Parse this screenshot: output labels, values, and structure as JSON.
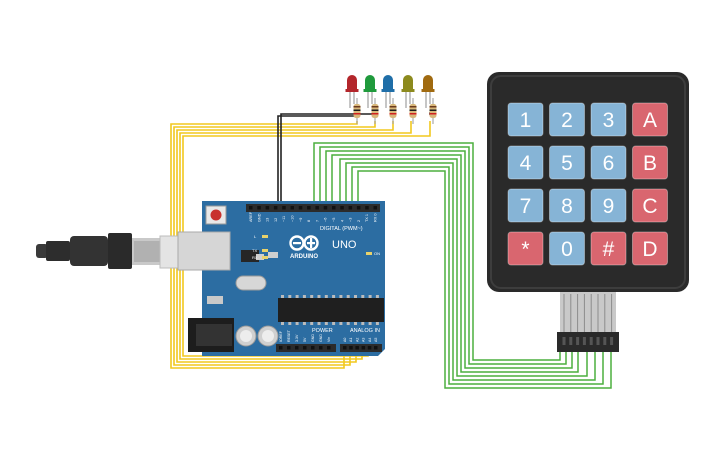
{
  "arduino": {
    "brand": "ARDUINO",
    "model": "UNO",
    "digital_label": "DIGITAL (PWM~)",
    "power_label": "POWER",
    "analog_label": "ANALOG IN",
    "led_on": "ON",
    "led_l": "L",
    "led_tx": "TX",
    "led_rx": "RX",
    "digital_pins": [
      "AREF",
      "GND",
      "13",
      "12",
      "~11",
      "~10",
      "~9",
      "8",
      "7",
      "~6",
      "~5",
      "4",
      "~3",
      "2",
      "TX 1",
      "RX 0"
    ],
    "analog_pins": [
      "A0",
      "A1",
      "A2",
      "A3",
      "A4",
      "A5"
    ],
    "power_pins": [
      "IOREF",
      "RESET",
      "3.3V",
      "5V",
      "GND",
      "GND",
      "Vin"
    ],
    "colors": {
      "board": "#2c6da2",
      "header": "#2b2b2b"
    }
  },
  "keypad": {
    "keys": [
      {
        "label": "1",
        "type": "num"
      },
      {
        "label": "2",
        "type": "num"
      },
      {
        "label": "3",
        "type": "num"
      },
      {
        "label": "A",
        "type": "letter"
      },
      {
        "label": "4",
        "type": "num"
      },
      {
        "label": "5",
        "type": "num"
      },
      {
        "label": "6",
        "type": "num"
      },
      {
        "label": "B",
        "type": "letter"
      },
      {
        "label": "7",
        "type": "num"
      },
      {
        "label": "8",
        "type": "num"
      },
      {
        "label": "9",
        "type": "num"
      },
      {
        "label": "C",
        "type": "letter"
      },
      {
        "label": "*",
        "type": "letter"
      },
      {
        "label": "0",
        "type": "num"
      },
      {
        "label": "#",
        "type": "letter"
      },
      {
        "label": "D",
        "type": "letter"
      }
    ],
    "colors": {
      "num": "#86b4d6",
      "letter": "#d9666f",
      "frame": "#2a2a2a"
    }
  },
  "leds": [
    {
      "color": "red-led",
      "fill": "#b3262b"
    },
    {
      "color": "green-led",
      "fill": "#1f9a3c"
    },
    {
      "color": "blue-led",
      "fill": "#1f6ea8"
    },
    {
      "color": "olive-led",
      "fill": "#8c8a1e"
    },
    {
      "color": "amber-led",
      "fill": "#a06a10"
    }
  ],
  "wires": {
    "yellow": "#f2c81e",
    "green": "#4caf3e",
    "black": "#222222"
  },
  "usb_cable": {
    "color": "#3a3a3a"
  }
}
